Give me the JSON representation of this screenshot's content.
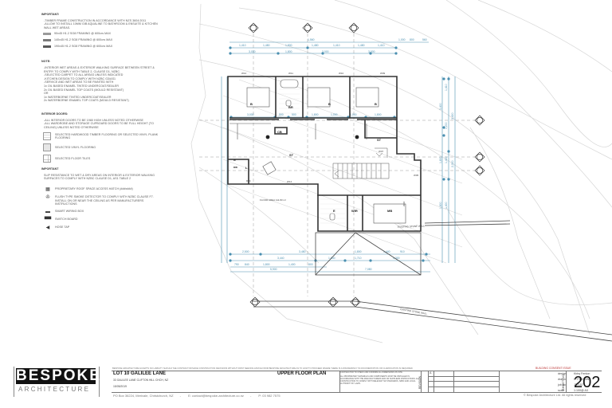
{
  "notes": {
    "important_1": {
      "heading": "IMPORTANT:",
      "lines": [
        "-TIMBER FRAME CONSTRUCTION IN ACCORDANCE WITH NZS 3604:2011",
        "-ALLOW TO INSTALL 10MM GIB AQUALINE TO BATHROOM & ENSUITE & KITCHEN WALL WET AREAS."
      ],
      "framing_legend": [
        {
          "label": "90x45 H1.2 SG8 FRAMING @ 600crs MAX",
          "color": "#9a9a9a"
        },
        {
          "label": "140x45 H1.2 SG8 FRAMING @ 600crs MAX",
          "color": "#7a7a7a"
        },
        {
          "label": "190x45 H1.2 SG8 FRAMING @ 600crs MAX",
          "color": "#5a5a5a"
        }
      ]
    },
    "note": {
      "heading": "NOTE:",
      "lines": [
        "-INTERIOR WET AREAS & EXTERIOR WALKING SURFACE BETWEEN STREET & ENTRY TO COMPLY WITH TABLE 2, CLAUSE D1, NZBC.",
        "-SELECTED CARPET TO ALL AREAS UNLESS INDICATED",
        "-KITCHEN DESIGN TO COMPLY WITH NZBC G3/AS1",
        "-SERVICE AND WET AREAS TO BE PAINTED WITH",
        "1x OIL BASED ENAMEL TINTED UNDERCOAT/SEALER",
        "2x OIL BASED ENAMEL TOP COATS (MOULD RESISTANT)",
        "OR",
        "1x WATERBORNE TINTED UNDERCOAT/SEALER",
        "2x WATERBORNE ENAMEL TOP COATS (MOULD RESISTANT)"
      ]
    },
    "interior_doors": {
      "heading": "INTERIOR DOORS:",
      "lines": [
        "-ALL INTERIOR DOORS TO BE 1980 HIGH UNLESS NOTED OTHERWISE",
        "-ALL WARDROBE AND STORAGE CUPBOARD DOORS TO BE FULL HEIGHT (TO CEILING) UNLESS NOTED OTHERWISE"
      ],
      "floor_legend": [
        {
          "label": "SELECTED HARDWOOD TIMBER FLOORING OR SELECTED VINYL PLANK FLOORING",
          "pattern": "plank"
        },
        {
          "label": "SELECTED VINYL FLOORING",
          "pattern": "dots"
        },
        {
          "label": "SELECTED FLOOR TILES",
          "pattern": "grid"
        }
      ]
    },
    "important_2": {
      "heading": "IMPORTANT",
      "lines": [
        "SLIP RESISTANCE TO WET & DRY AREAS ON INTERIOR & EXTERIOR WALKING SURFACES TO COMPLY WITH NZBC CLAUSE D1, AS1 TABLE 2"
      ]
    },
    "symbols": [
      {
        "icon": "roof-space-icon",
        "glyph": "▦",
        "label": "PROPRIETARY ROOF SPACE ACCESS HATCH (###x###)"
      },
      {
        "icon": "smoke-detector-icon",
        "glyph": "✇",
        "label": "FLUSH TYPE SMOKE DETECTOR TO COMPLY WITH NZBC CLAUSE F7. INSTALL ON OR NEAR THE CEILING AS PER MANUFACTURERS INSTRUCTIONS"
      },
      {
        "icon": "smart-wiring-box-icon",
        "glyph": "▬",
        "label": "SMART WIRING BOX"
      },
      {
        "icon": "switchboard-icon",
        "glyph": "▀▀",
        "label": "SWITCH BOARD"
      },
      {
        "icon": "hose-tap-icon",
        "glyph": "◀",
        "label": "HOSE TAP"
      }
    ]
  },
  "plan": {
    "rooms": [
      {
        "id": "B",
        "label": "B"
      },
      {
        "id": "BR",
        "label": "BR"
      },
      {
        "id": "B2",
        "label": "B"
      },
      {
        "id": "B3",
        "label": "B"
      },
      {
        "id": "CB",
        "label": "CB"
      },
      {
        "id": "ST",
        "label": "ST"
      },
      {
        "id": "ST2",
        "label": "ST"
      },
      {
        "id": "W",
        "label": "W"
      },
      {
        "id": "DW",
        "label": "DW"
      },
      {
        "id": "L",
        "label": "L"
      },
      {
        "id": "E",
        "label": "E"
      },
      {
        "id": "WIR",
        "label": "WIR"
      },
      {
        "id": "MB",
        "label": "MB"
      }
    ],
    "windows": [
      "W12",
      "W11",
      "W10",
      "W09",
      "W13",
      "W08",
      "W07",
      "W05",
      "W14",
      "W04",
      "W03",
      "W06",
      "W15",
      "W17",
      "D04"
    ],
    "floor_area": "FLOOR AREA 111.83 m²",
    "labels": {
      "existing_wall_1": "EXISTING STONE WALL",
      "existing_wall_2": "EXISTING STONE WALL"
    },
    "top_dims": {
      "overall": "1,560",
      "right": [
        "1,000",
        "800",
        "560"
      ],
      "row1": [
        "1,410",
        "1,480",
        "1,800",
        "1,480",
        "1,410",
        "1,480",
        "1,410"
      ],
      "row2": [
        "3,030",
        "1,800",
        "3,000",
        "3,000"
      ]
    },
    "mid_dims": [
      "3,030",
      "500",
      "500",
      "1,800",
      "1,000",
      "1,000",
      "1,800"
    ],
    "bottom_dims": {
      "row1": [
        "2,500",
        "3,480",
        "1,800",
        "1,440",
        "910"
      ],
      "row2": [
        "3,440",
        "1,800",
        "1,710",
        "3,300"
      ],
      "row3": [
        "790",
        "840",
        "1,800",
        "1,400",
        "800"
      ],
      "row4": [
        "5,900",
        "7,080"
      ]
    },
    "right_dims": [
      "1,410",
      "3,400",
      "1,200",
      "3,400",
      "1,800",
      "1,400",
      "2,300",
      "1,800",
      "1,400"
    ]
  },
  "title_block": {
    "logo_main": "BESPOKE",
    "logo_sub": "ARCHITECTURE",
    "disclaimer": "BESPOKE ARCHITECTURE ACCEPTS NO LIABILITY SHOULD THE CONTRACTOR MAKE CONSTRUCTION DECISIONS WITHOUT FIRST SEEKING ADVICE FROM BESPOKE ARCHITECTURE AS TO HOW TO PROCEED WHERE THERE IS A DISCREPANCY IN DOCUMENTATION OR CLARIFICATION IS REQUIRED.",
    "status": "BUILDING CONSENT ISSUE",
    "project": "LOT 10 GALILEE LANE",
    "address": "33 GALILEE LANE CLIFTON HILL CHCH, NZ",
    "date": "15/05/2019",
    "sheet_title": "UPPER FLOOR PLAN",
    "contract_heading": "CONTRACTOR TO CHECK AND CONFIRM ALL DIMENSIONS ON SITE",
    "contract_text": "ALL PROPRIETARY MATERIALS AND COMPONENTS MUST BE INSTALLED IN ACCORDANCE WITH THE MANUFACTURERS AND OR SUPPLIERS INSTRUCTIONS. ALL CONSTRUCTION TO COMPLY WITH RELEVANT NZ STANDARDS, NZBC AND LOCAL AUTHORITY BY LAWS.",
    "revision_label": "REVISION",
    "revisions": [
      {
        "rev": "A",
        "desc": "",
        "date": ""
      },
      {
        "rev": "",
        "desc": "",
        "date": ""
      },
      {
        "rev": "",
        "desc": "",
        "date": ""
      },
      {
        "rev": "",
        "desc": "",
        "date": ""
      }
    ],
    "info": [
      {
        "key": "design",
        "value": "Kirby Fenton"
      },
      {
        "key": "drawn",
        "value": "K. FENTON"
      },
      {
        "key": "job no",
        "value": "J17157"
      },
      {
        "key": "scale",
        "value": "1:100@ A3"
      }
    ],
    "sheet_no_label": "SHEET NO",
    "sheet_no": "202",
    "contact": {
      "po": "PO Box 36224, Merivale, Christchurch, NZ",
      "email": "E: contact@bespoke-architecture.co.nz",
      "phone": "P: 03 982 7575"
    },
    "copyright": "© Bespoke Architecture Ltd.  All rights reserved"
  }
}
